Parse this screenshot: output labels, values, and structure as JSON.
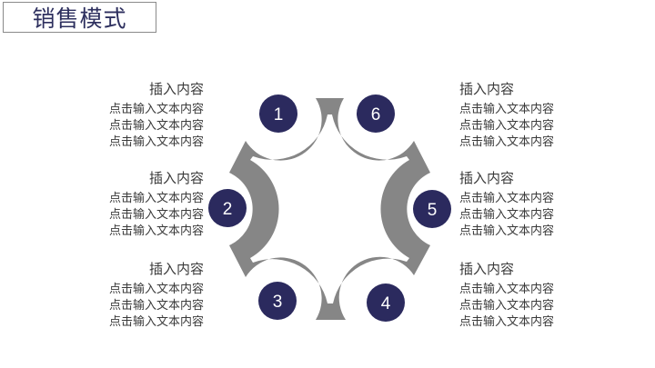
{
  "title": "销售模式",
  "colors": {
    "circle": "#2b2a5e",
    "ring": "#868686",
    "text": "#3a3a3a",
    "title": "#2d2f5e"
  },
  "steps": [
    {
      "number": "1",
      "heading": "插入内容",
      "lines": [
        "点击输入文本内容",
        "点击输入文本内容",
        "点击输入文本内容"
      ]
    },
    {
      "number": "2",
      "heading": "插入内容",
      "lines": [
        "点击输入文本内容",
        "点击输入文本内容",
        "点击输入文本内容"
      ]
    },
    {
      "number": "3",
      "heading": "插入内容",
      "lines": [
        "点击输入文本内容",
        "点击输入文本内容",
        "点击输入文本内容"
      ]
    },
    {
      "number": "4",
      "heading": "插入内容",
      "lines": [
        "点击输入文本内容",
        "点击输入文本内容",
        "点击输入文本内容"
      ]
    },
    {
      "number": "5",
      "heading": "插入内容",
      "lines": [
        "点击输入文本内容",
        "点击输入文本内容",
        "点击输入文本内容"
      ]
    },
    {
      "number": "6",
      "heading": "插入内容",
      "lines": [
        "点击输入文本内容",
        "点击输入文本内容",
        "点击输入文本内容"
      ]
    }
  ]
}
